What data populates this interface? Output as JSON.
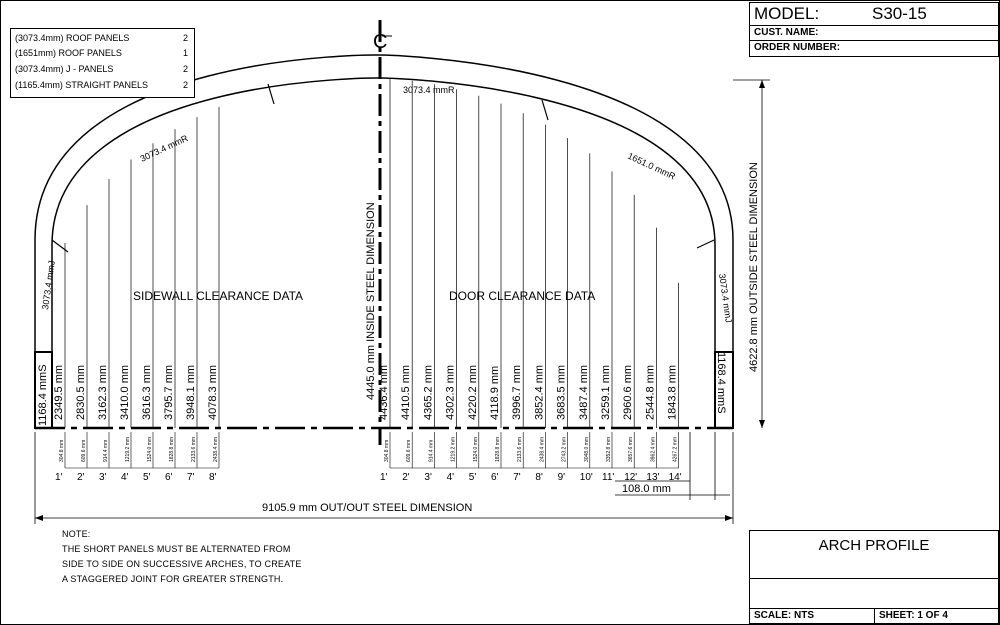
{
  "title_block": {
    "model_label": "MODEL:",
    "model_value": "S30-15",
    "customer_label": "CUST. NAME:",
    "order_label": "ORDER NUMBER:",
    "drawing_title": "ARCH PROFILE",
    "scale": "SCALE: NTS",
    "sheet": "SHEET: 1 OF 4"
  },
  "panel_list": [
    {
      "label": "(3073.4mm) ROOF PANELS",
      "qty": "2"
    },
    {
      "label": "(1651mm) ROOF PANELS",
      "qty": "1"
    },
    {
      "label": "(3073.4mm) J - PANELS",
      "qty": "2"
    },
    {
      "label": "(1165.4mm) STRAIGHT PANELS",
      "qty": "2"
    }
  ],
  "centerline_symbol": "C",
  "arc_labels": {
    "left_j": "3073.4 mmJ",
    "right_j": "3073.4 mmJ",
    "left_roof": "3073.4 mmR",
    "top_roof": "3073.4 mmR",
    "right_roof": "1651.0 mmR",
    "left_straight": "1168.4 mmS",
    "right_straight": "1168.4 mmS"
  },
  "section_labels": {
    "sidewall": "SIDEWALL CLEARANCE DATA",
    "door": "DOOR CLEARANCE DATA"
  },
  "dimensions": {
    "inside": "4445.0 mm INSIDE STEEL DIMENSION",
    "outside": "4622.8 mm OUTSIDE STEEL DIMENSION",
    "width": "9105.9 mm OUT/OUT STEEL DIMENSION",
    "offset": "108.0 mm"
  },
  "sidewall_heights": [
    "2349.5 mm",
    "2830.5 mm",
    "3162.3 mm",
    "3410.0 mm",
    "3616.3 mm",
    "3795.7 mm",
    "3948.1 mm",
    "4078.3 mm"
  ],
  "sidewall_offsets": [
    "304.8 mm",
    "609.6 mm",
    "914.4 mm",
    "1219.2 mm",
    "1524.0 mm",
    "1828.8 mm",
    "2133.6 mm",
    "2438.4 mm"
  ],
  "sidewall_feet": [
    "1'",
    "2'",
    "3'",
    "4'",
    "5'",
    "6'",
    "7'",
    "8'"
  ],
  "door_heights": [
    "4436.4 mm",
    "4410.5 mm",
    "4365.2 mm",
    "4302.3 mm",
    "4220.2 mm",
    "4118.9 mm",
    "3996.7 mm",
    "3852.4 mm",
    "3683.5 mm",
    "3487.4 mm",
    "3259.1 mm",
    "2960.6 mm",
    "2544.8 mm",
    "1843.8 mm"
  ],
  "door_offsets": [
    "304.8 mm",
    "609.6 mm",
    "914.4 mm",
    "1219.2 mm",
    "1524.0 mm",
    "1828.8 mm",
    "2133.6 mm",
    "2438.4 mm",
    "2743.2 mm",
    "3048.0 mm",
    "3352.8 mm",
    "3657.6 mm",
    "3962.4 mm",
    "4267.2 mm"
  ],
  "door_feet": [
    "1'",
    "2'",
    "3'",
    "4'",
    "5'",
    "6'",
    "7'",
    "8'",
    "9'",
    "10'",
    "11'",
    "12'",
    "13'",
    "14'"
  ],
  "note_lines": [
    "NOTE:",
    "THE SHORT PANELS MUST BE ALTERNATED FROM",
    "SIDE TO SIDE ON SUCCESSIVE ARCHES, TO CREATE",
    "A STAGGERED JOINT FOR GREATER STRENGTH."
  ]
}
